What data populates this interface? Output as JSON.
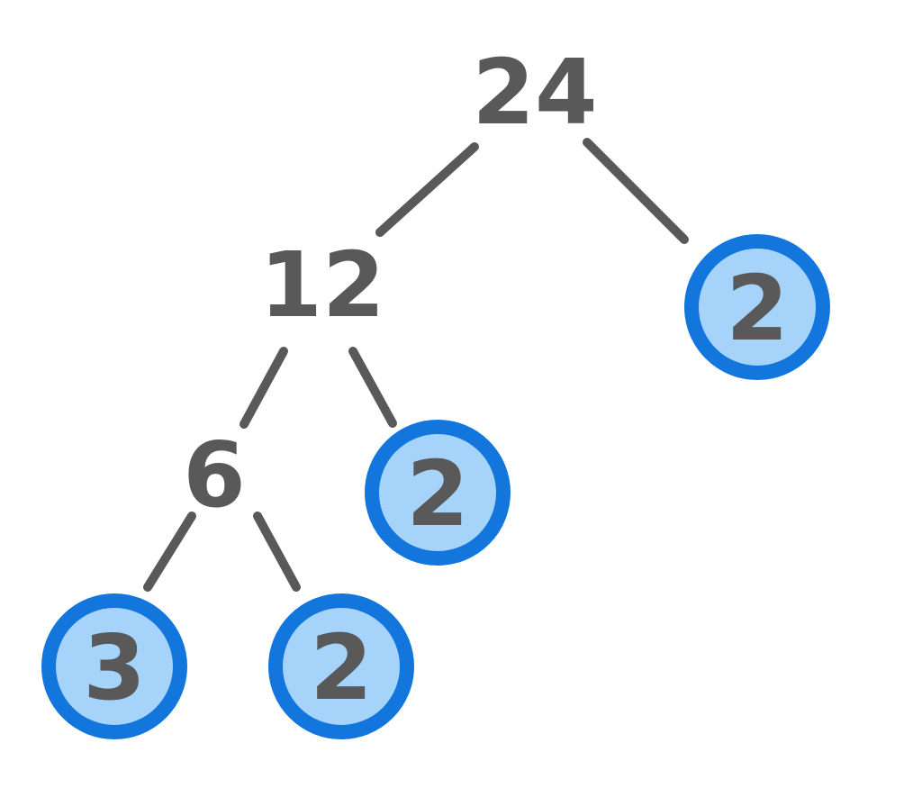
{
  "colors": {
    "node_text": "#595959",
    "edge": "#595959",
    "circle_border": "#1276dc",
    "circle_fill": "#a6d3fa",
    "background": "#ffffff"
  },
  "tree": {
    "nodes": [
      {
        "id": "24",
        "label": "24",
        "circled": false
      },
      {
        "id": "12",
        "label": "12",
        "circled": false
      },
      {
        "id": "6",
        "label": "6",
        "circled": false
      },
      {
        "id": "2-right",
        "label": "2",
        "circled": true
      },
      {
        "id": "2-middle",
        "label": "2",
        "circled": true
      },
      {
        "id": "3-bottom-left",
        "label": "3",
        "circled": true
      },
      {
        "id": "2-bottom",
        "label": "2",
        "circled": true
      }
    ],
    "edges": [
      {
        "from": "24",
        "to": "12"
      },
      {
        "from": "24",
        "to": "2-right"
      },
      {
        "from": "12",
        "to": "6"
      },
      {
        "from": "12",
        "to": "2-middle"
      },
      {
        "from": "6",
        "to": "3-bottom-left"
      },
      {
        "from": "6",
        "to": "2-bottom"
      }
    ]
  }
}
